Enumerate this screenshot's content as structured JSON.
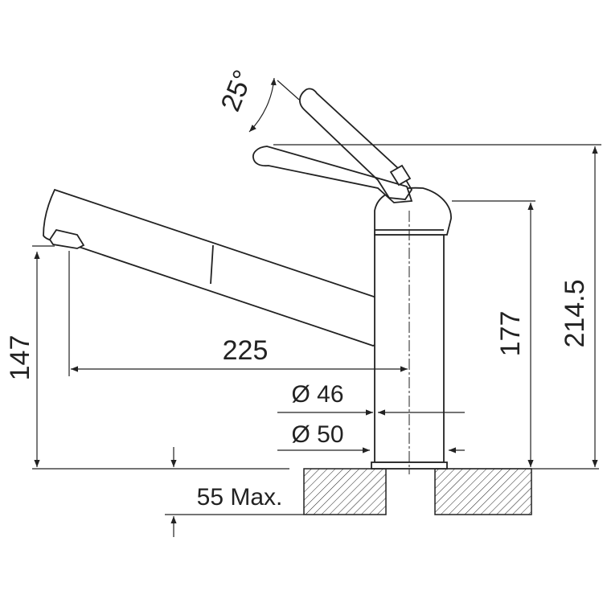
{
  "dimensions": {
    "angle": "25°",
    "spout_height": "147",
    "reach": "225",
    "body_height": "177",
    "total_height": "214.5",
    "inner_diameter": "Ø 46",
    "outer_diameter": "Ø 50",
    "countertop_thickness": "55 Max."
  },
  "colors": {
    "line": "#222222",
    "background": "#ffffff"
  }
}
